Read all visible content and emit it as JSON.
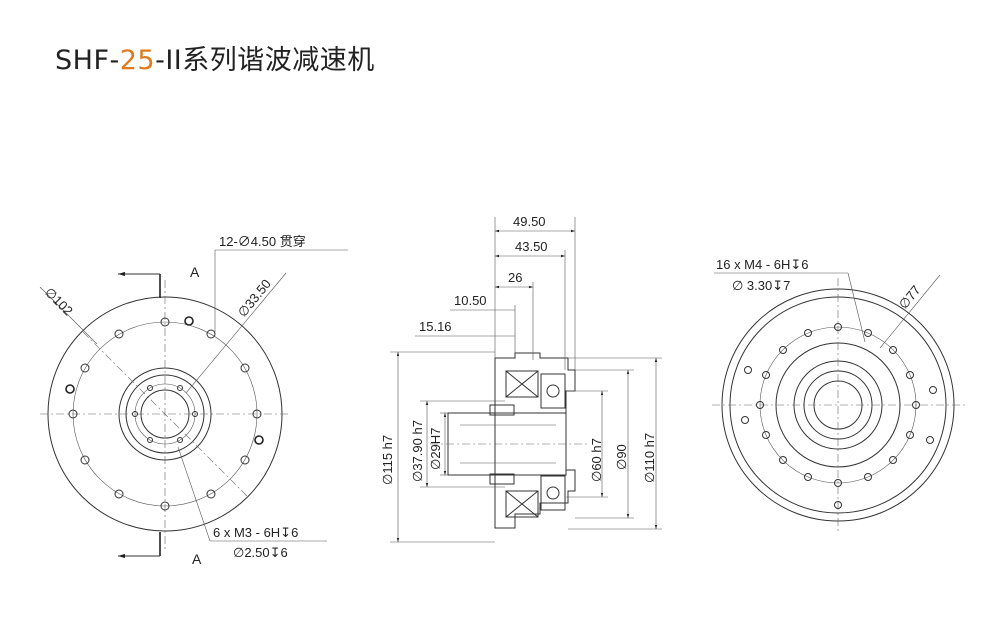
{
  "title": {
    "model": "SHF-",
    "size": "25",
    "suffix": "-II系列谐波减速机"
  },
  "colors": {
    "accent": "#e07a1c",
    "line": "#333333"
  },
  "left_view": {
    "diameter_label": "∅102",
    "hole_callout": "12-∅4.50 贯穿",
    "pcd_label": "∅33.50",
    "thread_callout_1": "6 x  M3 - 6H↧6",
    "thread_callout_2": "∅2.50↧6",
    "section_top": "A",
    "section_bottom": "A"
  },
  "section_view": {
    "dim_49_50": "49.50",
    "dim_43_50": "43.50",
    "dim_26": "26",
    "dim_10_50": "10.50",
    "dim_15_16": "15.16",
    "dim_115": "∅115 h7",
    "dim_37_90": "∅37.90 h7",
    "dim_29": "∅29H7",
    "dim_60": "∅60 h7",
    "dim_90": "∅90",
    "dim_110": "∅110 h7"
  },
  "right_view": {
    "thread_callout_1": "16 x  M4 - 6H↧6",
    "thread_callout_2": "∅ 3.30↧7",
    "pcd_label": "∅77"
  }
}
